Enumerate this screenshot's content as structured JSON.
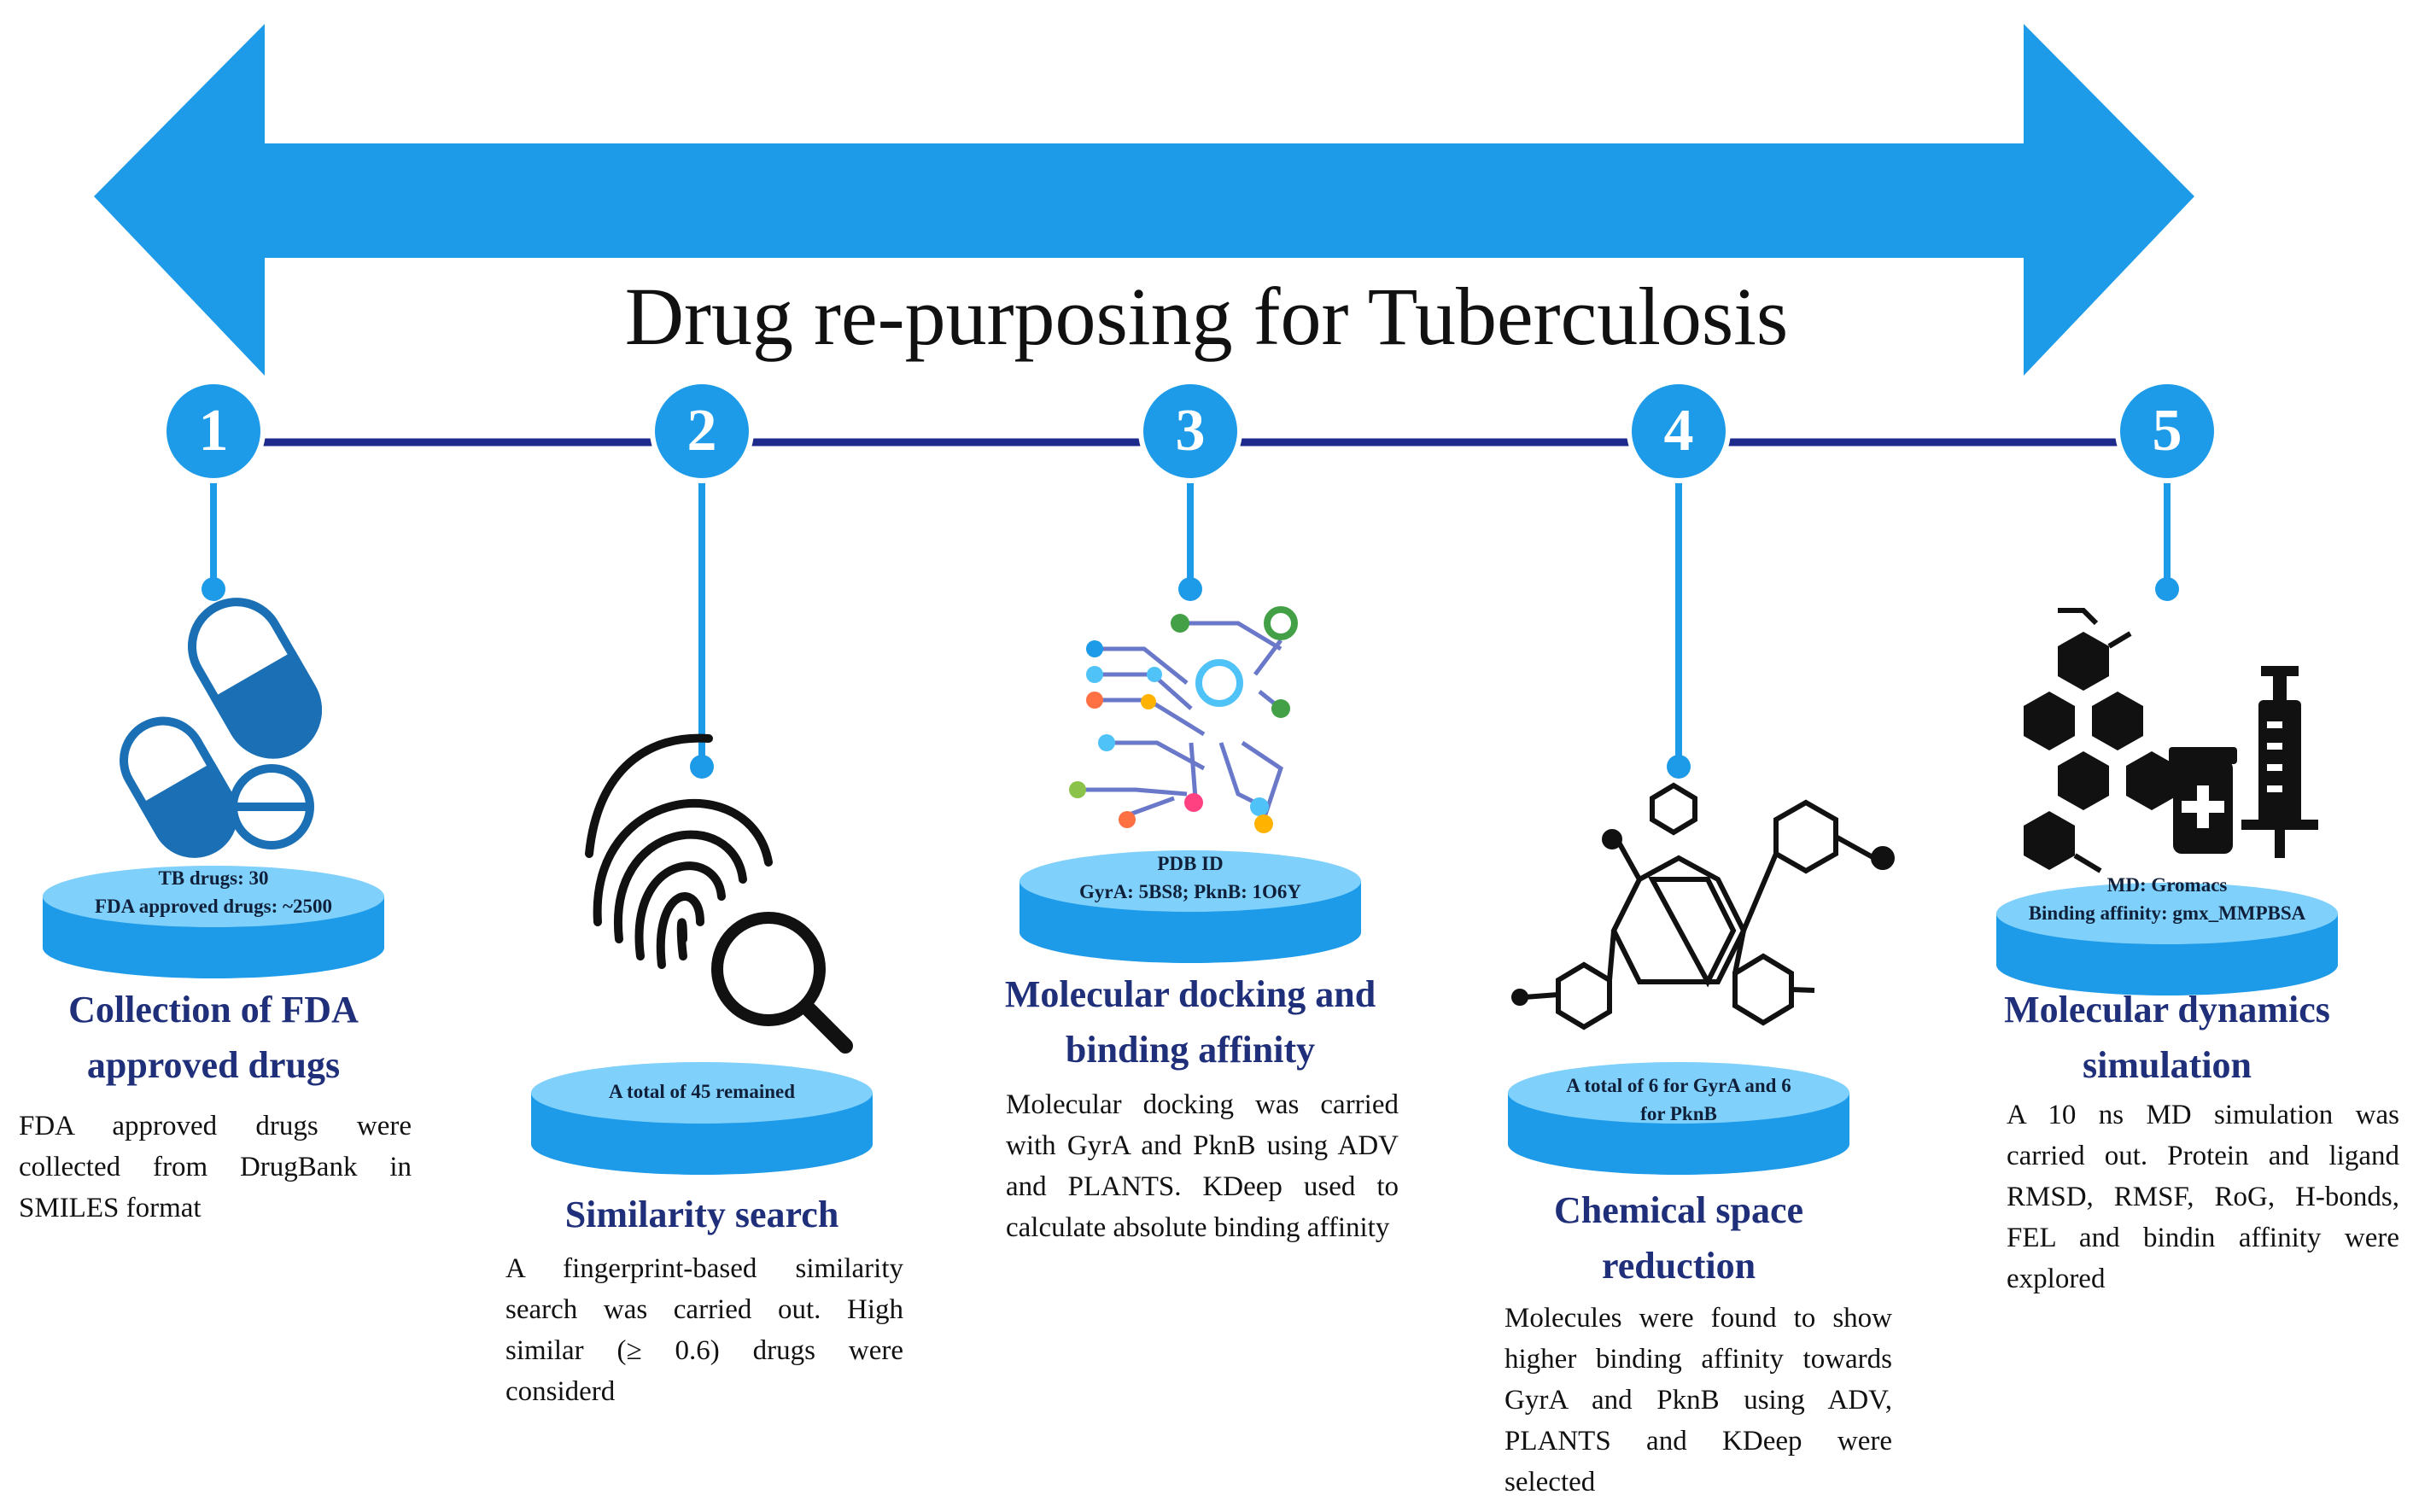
{
  "title": "Drug re-purposing for Tuberculosis",
  "colors": {
    "arrow": "#1e9be8",
    "timeline": "#1e2a8c",
    "step_circle": "#1e9be8",
    "disc_top": "#7fd0fb",
    "disc_side": "#1e9be8",
    "step_title": "#1f2f7a",
    "pill": "#1a6fb5"
  },
  "steps": [
    {
      "number": "1",
      "icon": "capsule-pills-icon",
      "disc_lines": [
        "TB drugs: 30",
        "FDA approved drugs: ~2500"
      ],
      "title_lines": [
        "Collection of FDA",
        "approved drugs"
      ],
      "description": "FDA approved drugs were collected from DrugBank in SMILES format"
    },
    {
      "number": "2",
      "icon": "fingerprint-search-icon",
      "disc_lines": [
        "A total of 45 remained"
      ],
      "title_lines": [
        "Similarity search"
      ],
      "description": "A fingerprint-based similarity search was carried out. High similar (≥ 0.6) drugs were considerd"
    },
    {
      "number": "3",
      "icon": "circuit-network-icon",
      "disc_lines": [
        "PDB ID",
        "GyrA: 5BS8; PknB: 1O6Y"
      ],
      "title_lines": [
        "Molecular docking and",
        "binding affinity"
      ],
      "description": "Molecular docking was carried with GyrA and PknB using ADV and PLANTS. KDeep used to calculate absolute binding affinity"
    },
    {
      "number": "4",
      "icon": "chemical-structure-icon",
      "disc_lines": [
        "A total of 6 for GyrA and 6",
        "for PknB"
      ],
      "title_lines": [
        "Chemical space",
        "reduction"
      ],
      "description": "Molecules were found to show higher binding affinity towards GyrA and PknB using ADV, PLANTS and KDeep were selected"
    },
    {
      "number": "5",
      "icon": "molecule-vial-syringe-icon",
      "disc_lines": [
        "MD: Gromacs",
        "Binding affinity: gmx_MMPBSA"
      ],
      "title_lines": [
        "Molecular dynamics",
        "simulation"
      ],
      "description": "A 10 ns MD simulation was carried out. Protein and ligand RMSD, RMSF, RoG, H-bonds, FEL and bindin affinity were explored"
    }
  ]
}
